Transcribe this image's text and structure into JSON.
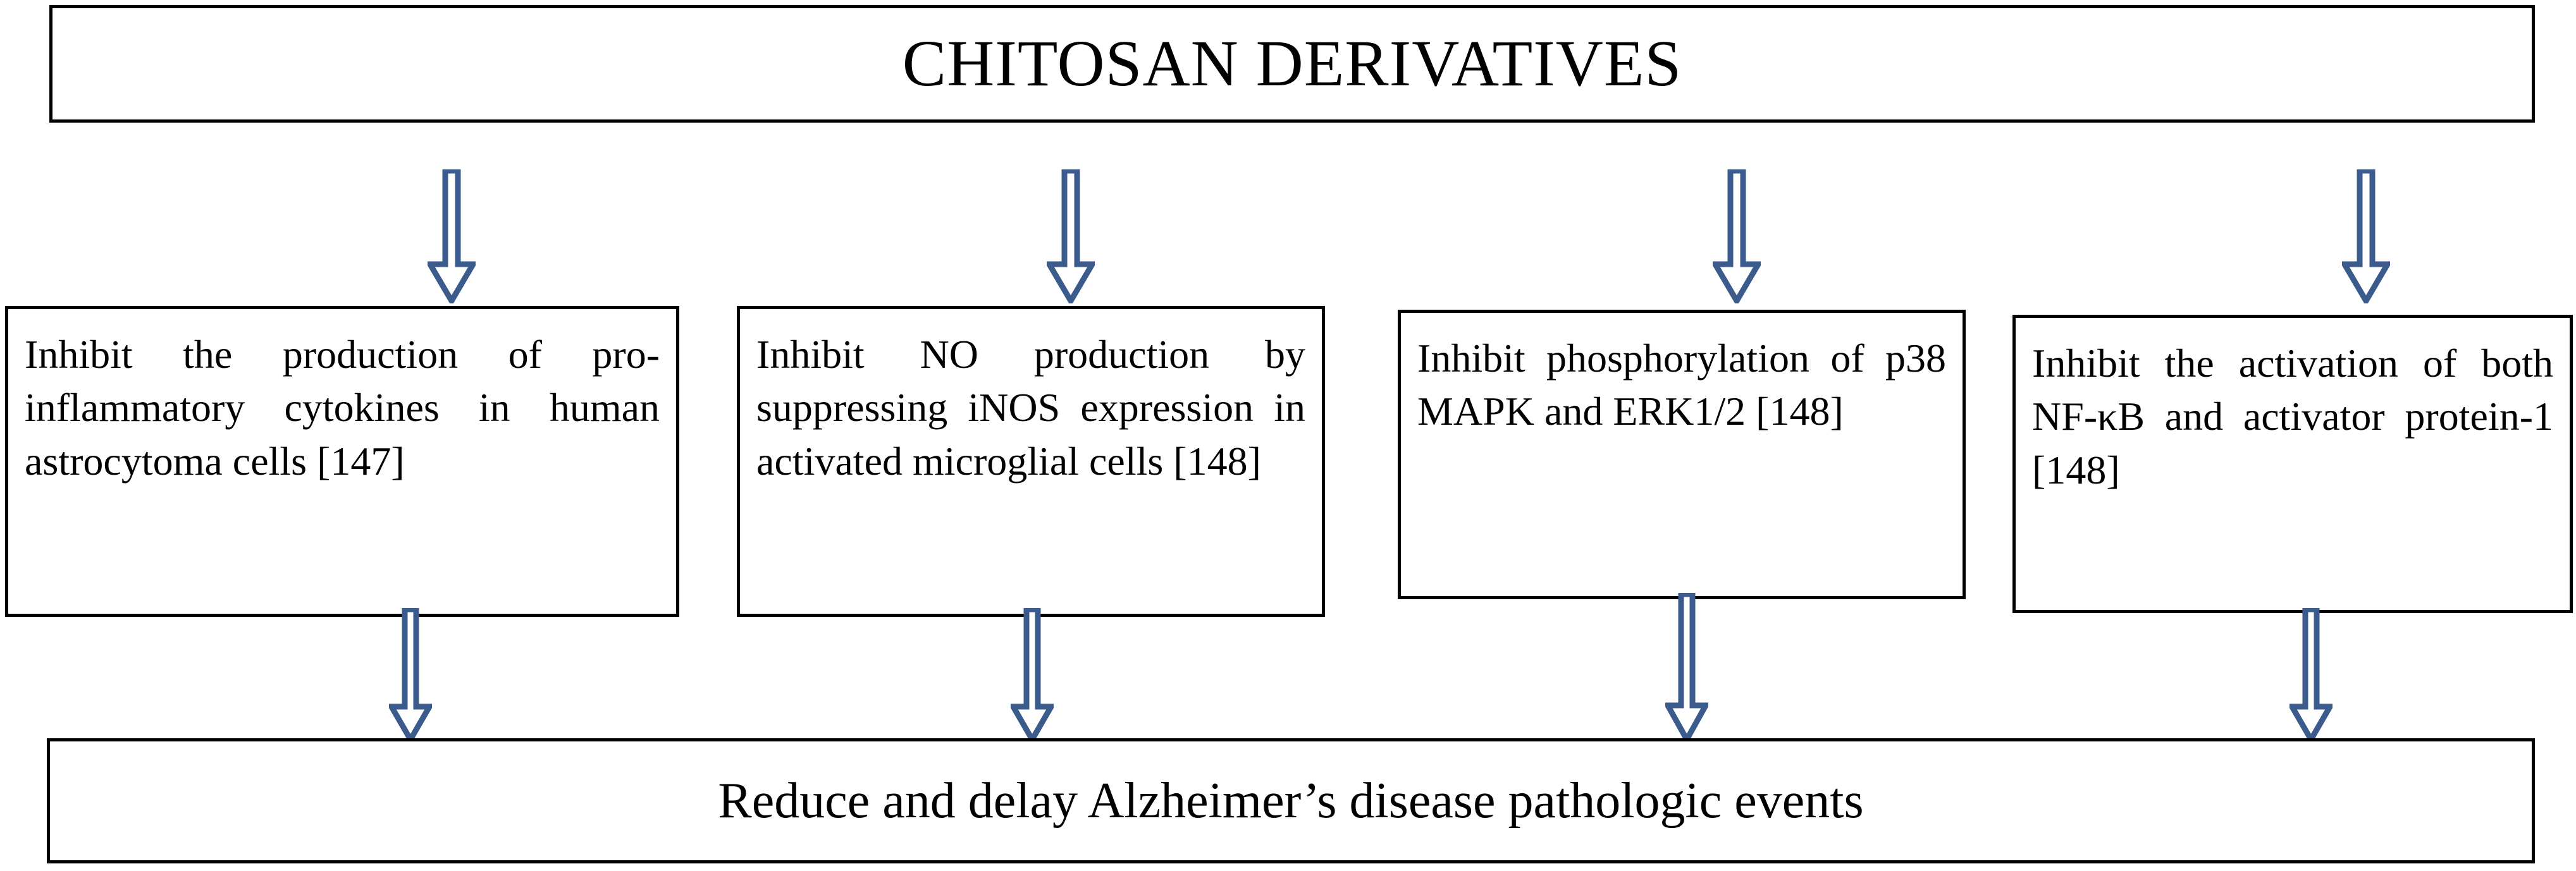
{
  "diagram": {
    "title": "CHITOSAN DERIVATIVES",
    "accent_color": "#3b5b8c",
    "border_color": "#000000",
    "background_color": "#ffffff",
    "header": {
      "label": "CHITOSAN DERIVATIVES"
    },
    "mechanisms": [
      {
        "text": "Inhibit the production of pro-inflammatory cytokines in human astrocytoma cells [147]",
        "reference": "[147]"
      },
      {
        "text": "Inhibit NO production by suppressing iNOS expression in activated microglial cells [148]",
        "reference": "[148]"
      },
      {
        "text": "Inhibit phosphorylation of p38 MAPK and ERK1/2 [148]",
        "reference": "[148]"
      },
      {
        "text": "Inhibit the activation of both NF-κB and activator protein-1 [148]",
        "reference": "[148]"
      }
    ],
    "outcome": {
      "label": "Reduce and delay Alzheimer’s disease pathologic events"
    },
    "connectors": {
      "icon": "down-block-arrow-icon",
      "count_top": 4,
      "count_bottom": 4
    }
  }
}
